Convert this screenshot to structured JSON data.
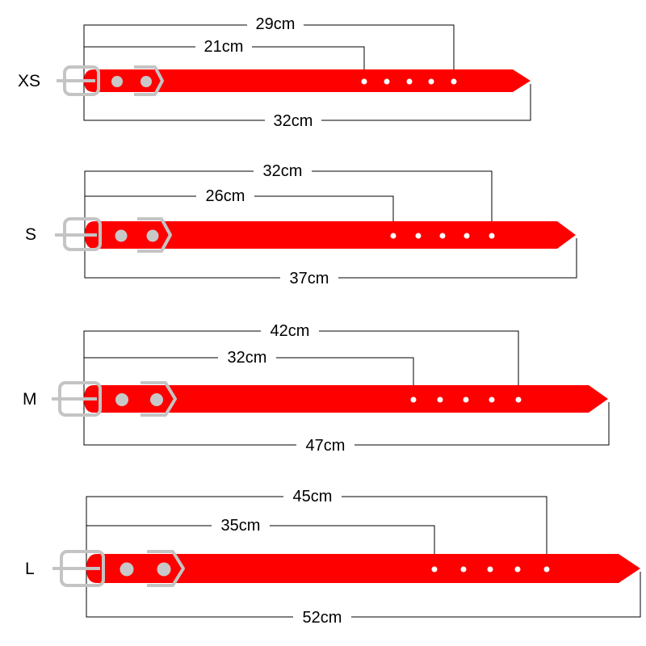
{
  "belts": [
    {
      "size": "XS",
      "holes": 5,
      "dimensions": {
        "max_hole": "29cm",
        "min_hole": "21cm",
        "total": "32cm"
      }
    },
    {
      "size": "S",
      "holes": 5,
      "dimensions": {
        "max_hole": "32cm",
        "min_hole": "26cm",
        "total": "37cm"
      }
    },
    {
      "size": "M",
      "holes": 5,
      "dimensions": {
        "max_hole": "42cm",
        "min_hole": "32cm",
        "total": "47cm"
      }
    },
    {
      "size": "L",
      "holes": 5,
      "dimensions": {
        "max_hole": "45cm",
        "min_hole": "35cm",
        "total": "52cm"
      }
    }
  ],
  "colors": {
    "strap": "#ff0000",
    "hardware": "#c4c4c4",
    "lines": "#000000"
  }
}
